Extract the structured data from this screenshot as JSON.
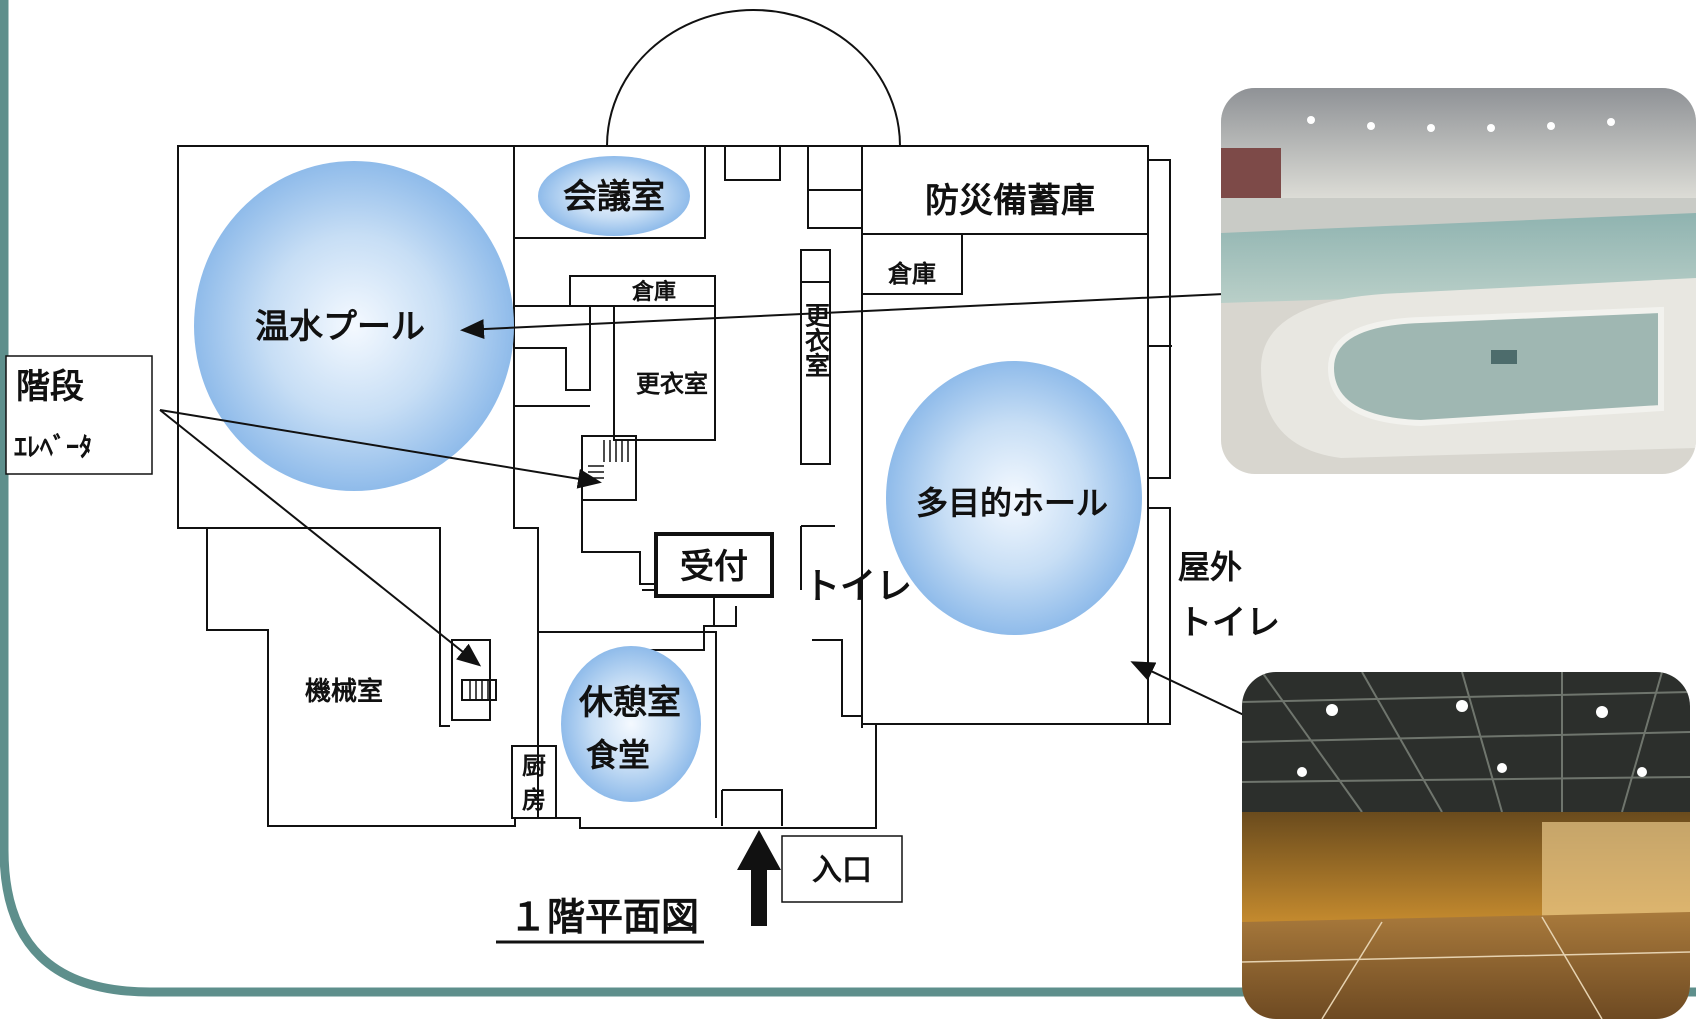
{
  "floor_plan": {
    "title": "１階平面図",
    "rooms": {
      "meeting_room": "会議室",
      "warm_pool": "温水プール",
      "storage_center": "倉庫",
      "changing_room_center": "更衣室",
      "disaster_storehouse": "防災備蓄庫",
      "storage_right": "倉庫",
      "changing_room_vertical": "更衣室",
      "multipurpose_hall": "多目的ホール",
      "reception": "受付",
      "toilet": "トイレ",
      "outdoor_toilet_line1": "屋外",
      "outdoor_toilet_line2": "トイレ",
      "machine_room": "機械室",
      "lounge_line1": "休憩室",
      "lounge_line2": "食堂",
      "kitchen_line1": "厨",
      "kitchen_line2": "房",
      "entrance": "入口"
    },
    "legend": {
      "stairs": "階段",
      "elevator": "ｴﾚﾍﾞｰﾀ"
    },
    "colors": {
      "room_highlight": "#9cc4ec",
      "frame_border": "#5e8f8c",
      "wall_line": "#111111"
    }
  },
  "photos": {
    "pool": "indoor-pool-photo",
    "hall": "gymnasium-photo"
  }
}
